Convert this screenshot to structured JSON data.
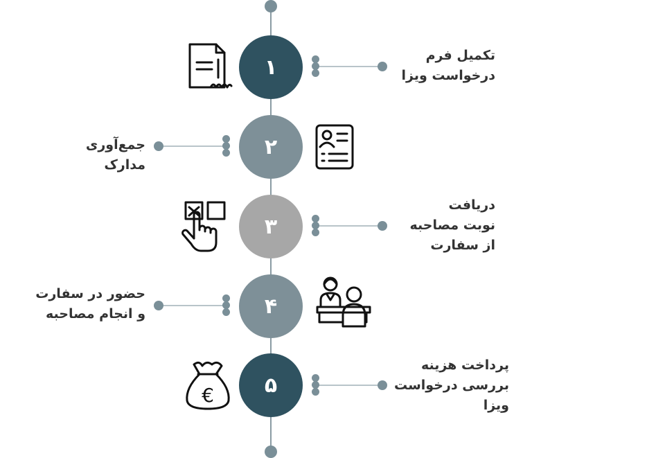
{
  "steps": [
    {
      "number": "۱",
      "color": "#2f5260",
      "label": "تکمیل فرم\nدرخواست ویزا",
      "icon": "signed-document-icon"
    },
    {
      "number": "۲",
      "color": "#7e9098",
      "label": "جمع‌آوری\nمدارک",
      "icon": "id-document-icon"
    },
    {
      "number": "۳",
      "color": "#a7a7a7",
      "label": "دریافت\nنوبت مصاحبه\nاز سفارت",
      "icon": "checkbox-select-icon"
    },
    {
      "number": "۴",
      "color": "#7e9098",
      "label": "حضور در سفارت\nو انجام مصاحبه",
      "icon": "interview-desk-icon"
    },
    {
      "number": "۵",
      "color": "#2f5260",
      "label": "پرداخت هزینه\nبررسی درخواست\nویزا",
      "icon": "money-bag-icon"
    }
  ],
  "icon_glyphs": {
    "euro_sign": "€"
  }
}
